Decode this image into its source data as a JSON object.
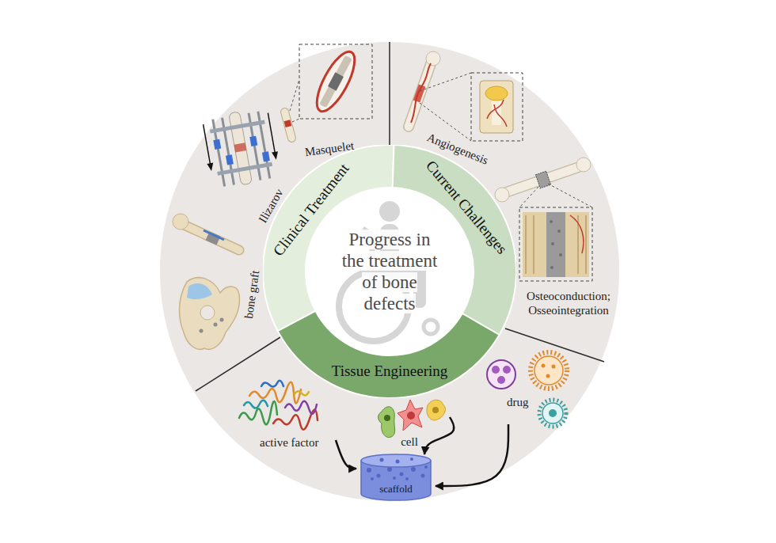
{
  "diagram": {
    "nodes": [
      {
        "text": [
          "Progress in the treatment of bone defects"
        ]
      },
      {
        "text": [
          "Clinical Treatment"
        ]
      },
      {
        "text": [
          "Current Challenges"
        ]
      },
      {
        "text": [
          "Tissue Engineering"
        ]
      },
      {
        "text": [
          "active factor"
        ]
      },
      {
        "text": [
          "cell"
        ]
      },
      {
        "text": [
          "drug"
        ]
      },
      {
        "text": [
          "scaffold"
        ]
      }
    ],
    "edges": [
      {
        "from": 4,
        "to": 7,
        "arrow": "to"
      },
      {
        "from": 5,
        "to": 7,
        "arrow": "to"
      },
      {
        "from": 6,
        "to": 7,
        "arrow": "to"
      }
    ],
    "labels": [
      "Masquelet",
      "Ilizarov",
      "bone graft",
      "Angiogenesis",
      "Osteoconduction; Osseointegration"
    ]
  }
}
